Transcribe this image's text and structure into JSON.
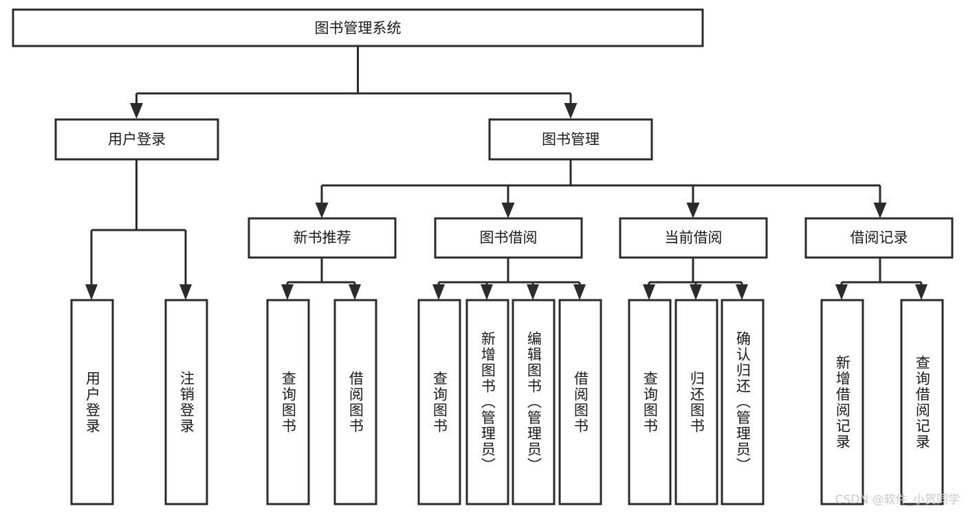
{
  "diagram": {
    "title": "图书管理系统",
    "type": "tree-hierarchy-chart",
    "orientation": "top-down",
    "colors": {
      "box_stroke": "#2b2b2b",
      "box_fill": "#ffffff",
      "connector": "#2b2b2b",
      "text": "#1a1a1a",
      "background": "#ffffff",
      "watermark": "#c9c9c9"
    }
  },
  "nodes": {
    "root": {
      "label": "图书管理系统"
    },
    "level2": [
      {
        "label": "用户登录"
      },
      {
        "label": "图书管理"
      }
    ],
    "level3": [
      {
        "label": "新书推荐"
      },
      {
        "label": "图书借阅"
      },
      {
        "label": "当前借阅"
      },
      {
        "label": "借阅记录"
      }
    ],
    "leaves": {
      "user_login": [
        {
          "label": "用户登录"
        },
        {
          "label": "注销登录"
        }
      ],
      "new_book_recommend": [
        {
          "label": "查询图书"
        },
        {
          "label": "借阅图书"
        }
      ],
      "book_borrow": [
        {
          "label": "查询图书"
        },
        {
          "label": "新增图书（管理员）"
        },
        {
          "label": "编辑图书（管理员）"
        },
        {
          "label": "借阅图书"
        }
      ],
      "current_borrow": [
        {
          "label": "查询图书"
        },
        {
          "label": "归还图书"
        },
        {
          "label": "确认归还（管理员）"
        }
      ],
      "borrow_record": [
        {
          "label": "新增借阅记录"
        },
        {
          "label": "查询借阅记录"
        }
      ]
    }
  },
  "watermark": {
    "text": "CSDN @软件_小贺同学"
  }
}
